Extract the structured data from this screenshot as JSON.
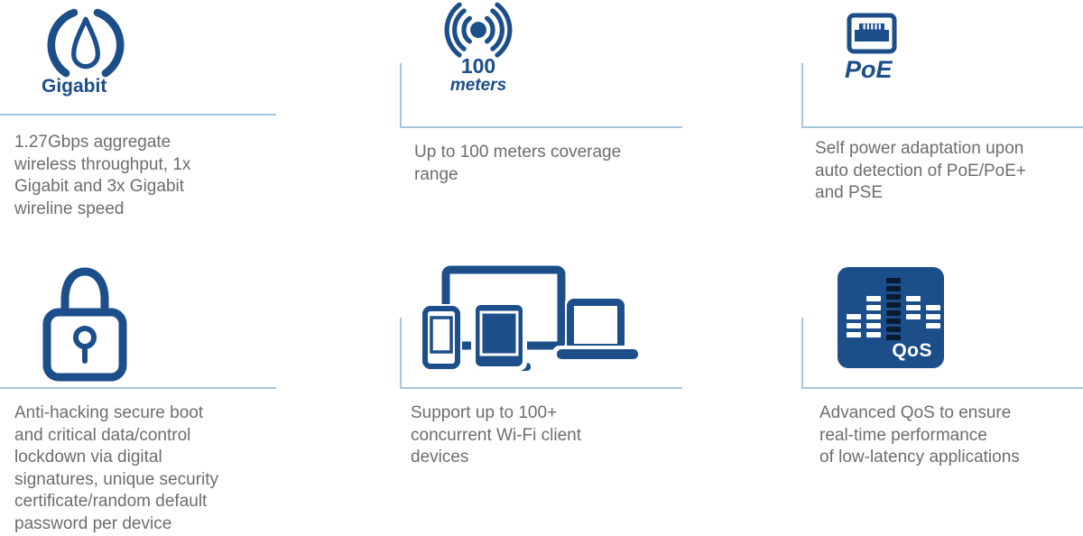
{
  "palette": {
    "navy": "#1c4e8a",
    "navy_dark": "#0a1a30",
    "divider": "#a4c6dd",
    "text_gray": "#6d6d6d"
  },
  "features": [
    {
      "id": "gigabit",
      "icon": "speedometer-icon",
      "title": "Gigabit",
      "description": "1.27Gbps aggregate\nwireless throughput, 1x\nGigabit and 3x Gigabit\nwireline speed"
    },
    {
      "id": "coverage-range",
      "icon": "wireless-signal-icon",
      "title_number": "100",
      "title_unit": "meters",
      "description": "Up to 100 meters coverage\nrange"
    },
    {
      "id": "poe",
      "icon": "ethernet-port-icon",
      "title": "PoE",
      "description": "Self power adaptation upon\nauto detection of PoE/PoE+\nand PSE"
    },
    {
      "id": "security",
      "icon": "padlock-icon",
      "description": "Anti-hacking secure boot\nand critical data/control\nlockdown via digital\nsignatures, unique security\ncertificate/random default\npassword per device"
    },
    {
      "id": "wifi-clients",
      "icon": "client-devices-icon",
      "description": "Support up to 100+\nconcurrent Wi-Fi client\ndevices"
    },
    {
      "id": "qos",
      "icon": "qos-equalizer-icon",
      "badge": "QoS",
      "description": "Advanced QoS to ensure\nreal-time performance\nof low-latency applications"
    }
  ]
}
